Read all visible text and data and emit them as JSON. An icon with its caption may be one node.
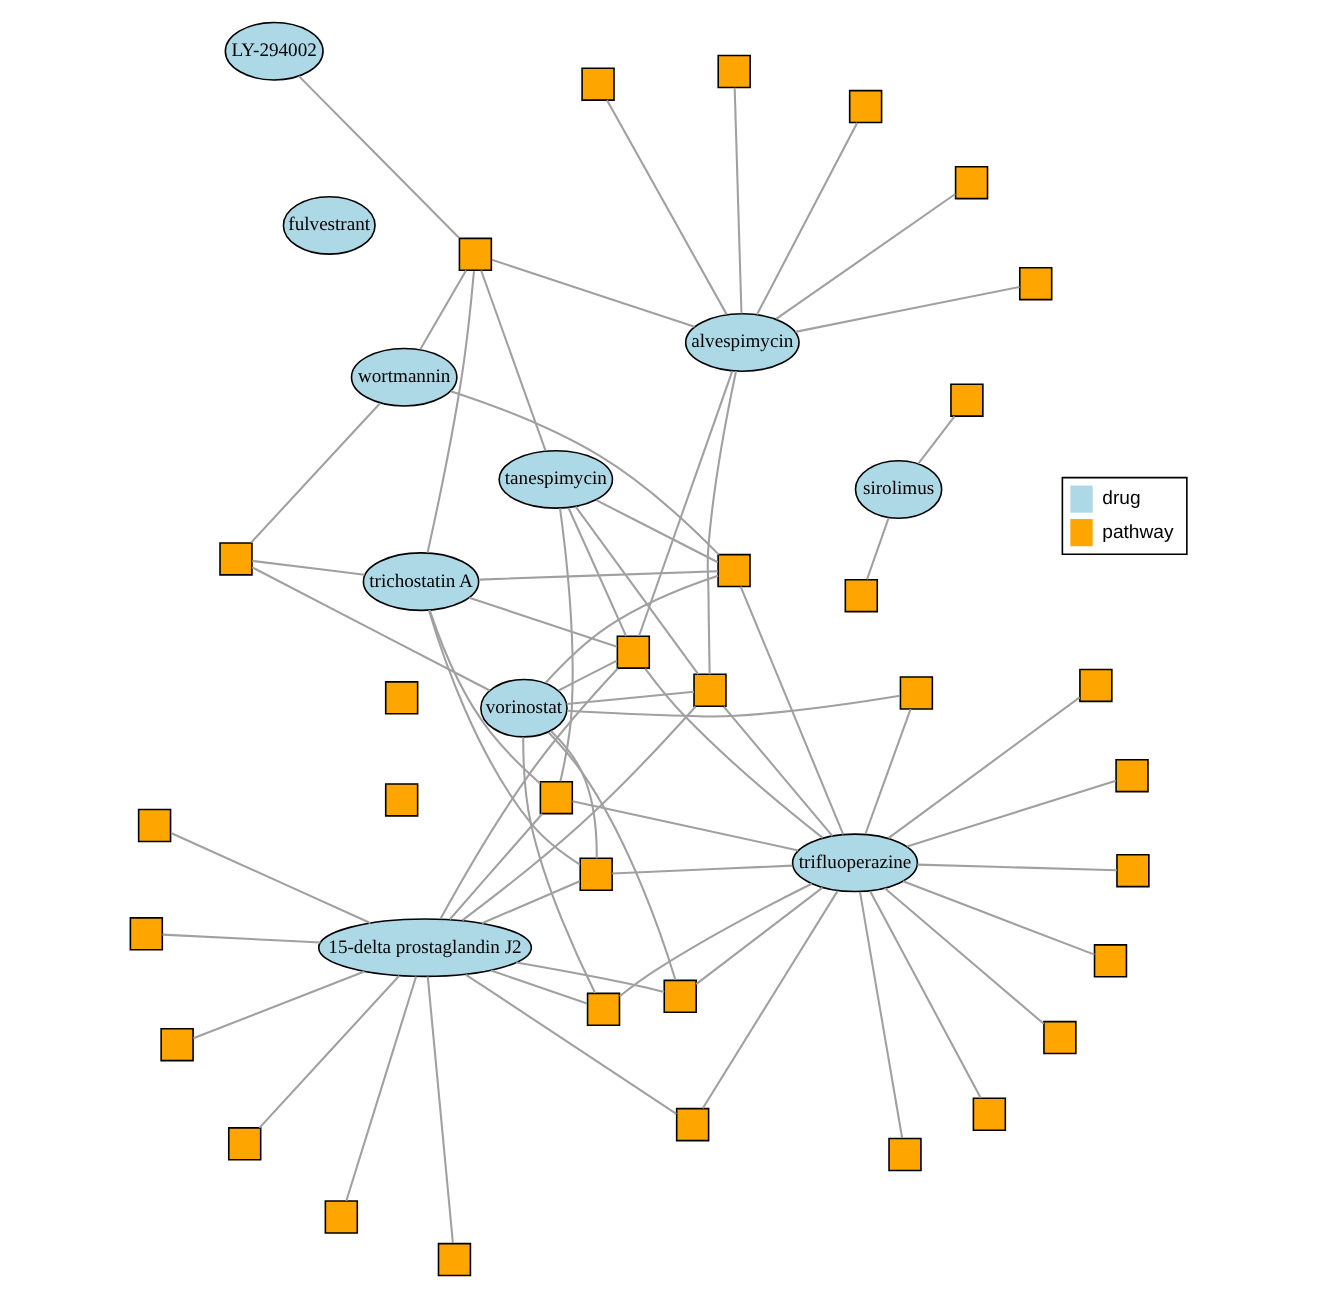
{
  "diagram": {
    "nodes": [
      {
        "text": [
          "sirolimus"
        ]
      },
      {
        "text": [
          "fulvestrant"
        ]
      },
      {
        "text": [
          "15-delta prostaglandin J2"
        ]
      },
      {
        "text": [
          "vorinostat"
        ]
      },
      {
        "text": [
          "trichostatin A"
        ]
      },
      {
        "text": [
          "wortmannin"
        ]
      },
      {
        "text": [
          "LY-294002"
        ]
      },
      {
        "text": [
          "trifluoperazine"
        ]
      },
      {
        "text": [
          "tanespimycin"
        ]
      },
      {
        "text": [
          "alvespimycin"
        ]
      },
      {
        "text": [],
        "shape": "box"
      },
      {
        "text": [],
        "shape": "box"
      },
      {
        "text": [],
        "shape": "box"
      },
      {
        "text": [],
        "shape": "box"
      },
      {
        "text": [],
        "shape": "box"
      },
      {
        "text": [],
        "shape": "box"
      },
      {
        "text": [],
        "shape": "box"
      },
      {
        "text": [],
        "shape": "box"
      },
      {
        "text": [],
        "shape": "box"
      },
      {
        "text": [],
        "shape": "box"
      },
      {
        "text": [],
        "shape": "box"
      },
      {
        "text": [],
        "shape": "box"
      },
      {
        "text": [],
        "shape": "box"
      },
      {
        "text": [],
        "shape": "box"
      },
      {
        "text": [],
        "shape": "box"
      },
      {
        "text": [],
        "shape": "box"
      },
      {
        "text": [],
        "shape": "box"
      },
      {
        "text": [],
        "shape": "box"
      },
      {
        "text": [],
        "shape": "box"
      },
      {
        "text": [],
        "shape": "box"
      },
      {
        "text": [],
        "shape": "box"
      },
      {
        "text": [],
        "shape": "box"
      },
      {
        "text": [],
        "shape": "box"
      },
      {
        "text": [],
        "shape": "box"
      },
      {
        "text": [],
        "shape": "box"
      },
      {
        "text": [],
        "shape": "box"
      },
      {
        "text": [],
        "shape": "box"
      },
      {
        "text": [],
        "shape": "box"
      },
      {
        "text": [],
        "shape": "box"
      },
      {
        "text": [],
        "shape": "box"
      },
      {
        "text": [],
        "shape": "box"
      },
      {
        "text": [],
        "shape": "box"
      },
      {
        "text": [],
        "shape": "box"
      }
    ],
    "edges": [
      {
        "from": 0,
        "to": 10,
        "arrow": "none"
      },
      {
        "from": 0,
        "to": 11,
        "arrow": "none"
      },
      {
        "from": 2,
        "to": 12,
        "arrow": "none"
      },
      {
        "from": 2,
        "to": 13,
        "arrow": "none"
      },
      {
        "from": 2,
        "to": 14,
        "arrow": "none"
      },
      {
        "from": 2,
        "to": 15,
        "arrow": "none"
      },
      {
        "from": 2,
        "to": 16,
        "arrow": "none"
      },
      {
        "from": 2,
        "to": 17,
        "arrow": "none"
      },
      {
        "from": 2,
        "to": 20,
        "arrow": "none"
      },
      {
        "from": 2,
        "to": 21,
        "arrow": "none"
      },
      {
        "from": 2,
        "to": 22,
        "arrow": "none"
      },
      {
        "from": 2,
        "to": 23,
        "arrow": "none"
      },
      {
        "from": 2,
        "to": 24,
        "arrow": "none"
      },
      {
        "from": 2,
        "to": 27,
        "arrow": "none"
      },
      {
        "from": 2,
        "to": 28,
        "arrow": "none"
      },
      {
        "from": 3,
        "to": 18,
        "arrow": "none"
      },
      {
        "from": 3,
        "to": 19,
        "arrow": "none"
      },
      {
        "from": 3,
        "to": 20,
        "arrow": "none"
      },
      {
        "from": 3,
        "to": 21,
        "arrow": "none"
      },
      {
        "from": 3,
        "to": 23,
        "arrow": "none"
      },
      {
        "from": 3,
        "to": 25,
        "arrow": "none"
      },
      {
        "from": 3,
        "to": 27,
        "arrow": "none"
      },
      {
        "from": 3,
        "to": 28,
        "arrow": "none"
      },
      {
        "from": 4,
        "to": 18,
        "arrow": "none"
      },
      {
        "from": 4,
        "to": 23,
        "arrow": "none"
      },
      {
        "from": 4,
        "to": 24,
        "arrow": "none"
      },
      {
        "from": 4,
        "to": 25,
        "arrow": "none"
      },
      {
        "from": 4,
        "to": 26,
        "arrow": "none"
      },
      {
        "from": 4,
        "to": 27,
        "arrow": "none"
      },
      {
        "from": 5,
        "to": 18,
        "arrow": "none"
      },
      {
        "from": 5,
        "to": 25,
        "arrow": "none"
      },
      {
        "from": 5,
        "to": 26,
        "arrow": "none"
      },
      {
        "from": 6,
        "to": 26,
        "arrow": "none"
      },
      {
        "from": 7,
        "to": 19,
        "arrow": "none"
      },
      {
        "from": 7,
        "to": 20,
        "arrow": "none"
      },
      {
        "from": 7,
        "to": 21,
        "arrow": "none"
      },
      {
        "from": 7,
        "to": 22,
        "arrow": "none"
      },
      {
        "from": 7,
        "to": 23,
        "arrow": "none"
      },
      {
        "from": 7,
        "to": 24,
        "arrow": "none"
      },
      {
        "from": 7,
        "to": 25,
        "arrow": "none"
      },
      {
        "from": 7,
        "to": 27,
        "arrow": "none"
      },
      {
        "from": 7,
        "to": 28,
        "arrow": "none"
      },
      {
        "from": 7,
        "to": 29,
        "arrow": "none"
      },
      {
        "from": 7,
        "to": 30,
        "arrow": "none"
      },
      {
        "from": 7,
        "to": 31,
        "arrow": "none"
      },
      {
        "from": 7,
        "to": 32,
        "arrow": "none"
      },
      {
        "from": 7,
        "to": 33,
        "arrow": "none"
      },
      {
        "from": 7,
        "to": 34,
        "arrow": "none"
      },
      {
        "from": 7,
        "to": 35,
        "arrow": "none"
      },
      {
        "from": 8,
        "to": 24,
        "arrow": "none"
      },
      {
        "from": 8,
        "to": 25,
        "arrow": "none"
      },
      {
        "from": 8,
        "to": 26,
        "arrow": "none"
      },
      {
        "from": 8,
        "to": 27,
        "arrow": "none"
      },
      {
        "from": 8,
        "to": 28,
        "arrow": "none"
      },
      {
        "from": 9,
        "to": 26,
        "arrow": "none"
      },
      {
        "from": 9,
        "to": 27,
        "arrow": "none"
      },
      {
        "from": 9,
        "to": 28,
        "arrow": "none"
      },
      {
        "from": 9,
        "to": 36,
        "arrow": "none"
      },
      {
        "from": 9,
        "to": 37,
        "arrow": "none"
      },
      {
        "from": 9,
        "to": 38,
        "arrow": "none"
      },
      {
        "from": 9,
        "to": 39,
        "arrow": "none"
      },
      {
        "from": 9,
        "to": 40,
        "arrow": "none"
      }
    ],
    "legend": [
      {
        "text": "drug",
        "color": "#add8e6"
      },
      {
        "text": "pathway",
        "color": "#ffa500"
      }
    ]
  }
}
